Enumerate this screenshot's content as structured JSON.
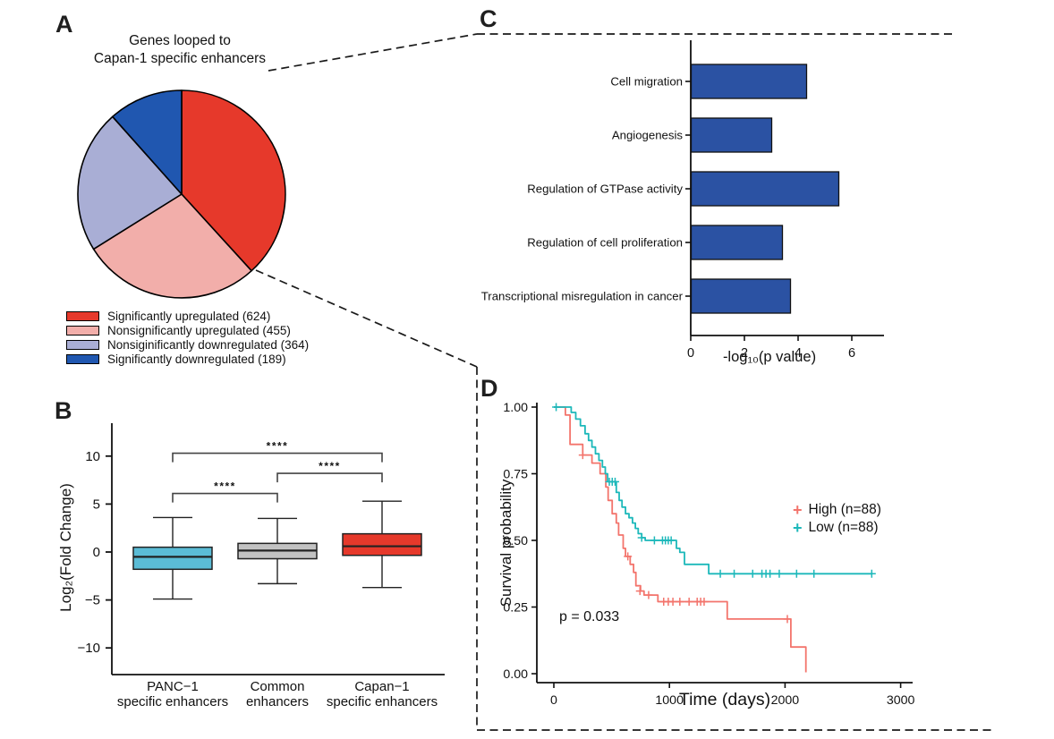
{
  "figure": {
    "panels": {
      "a": {
        "letter": "A",
        "title_line1": "Genes looped to",
        "title_line2": "Capan-1 specific enhancers"
      },
      "b": {
        "letter": "B"
      },
      "c": {
        "letter": "C"
      },
      "d": {
        "letter": "D"
      }
    }
  },
  "chart_data": [
    {
      "id": "pie-genes-looped",
      "type": "pie",
      "title": "Genes looped to Capan-1 specific enhancers",
      "labels": [
        "Significantly upregulated (624)",
        "Nonsignificantly upregulated (455)",
        "Nonsiginificantly downregulated (364)",
        "Significantly downregulated (189)"
      ],
      "values": [
        624,
        455,
        364,
        189
      ],
      "colors": [
        "#e6392b",
        "#f2aeaa",
        "#a9aed5",
        "#2057b0"
      ],
      "start_angle_deg": 0,
      "direction": "clockwise",
      "legend_position": "bottom-left"
    },
    {
      "id": "boxplot-fold-change",
      "type": "box",
      "ylabel": "Log₂(Fold Change)",
      "ytick_values": [
        10,
        5,
        0,
        -5,
        -10
      ],
      "ytick_labels": [
        "10",
        "5",
        "0",
        "−5",
        "−10"
      ],
      "ylim": [
        -13.5,
        13.5
      ],
      "categories": [
        [
          "PANC−1",
          "specific enhancers"
        ],
        [
          "Common",
          "enhancers"
        ],
        [
          "Capan−1",
          "specific enhancers"
        ]
      ],
      "boxes": [
        {
          "name": "PANC−1 specific enhancers",
          "color": "#5bbcd6",
          "whisker_low": -4.9,
          "q1": -1.8,
          "median": -0.5,
          "q3": 0.5,
          "whisker_high": 3.6
        },
        {
          "name": "Common enhancers",
          "color": "#c2c2c2",
          "whisker_low": -3.3,
          "q1": -0.7,
          "median": 0.15,
          "q3": 0.9,
          "whisker_high": 3.5
        },
        {
          "name": "Capan−1 specific enhancers",
          "color": "#e6392b",
          "whisker_low": -3.7,
          "q1": -0.35,
          "median": 0.6,
          "q3": 1.9,
          "whisker_high": 5.3
        }
      ],
      "comparisons": [
        {
          "a": 0,
          "b": 2,
          "y": 10.3,
          "stars": "****"
        },
        {
          "a": 1,
          "b": 2,
          "y": 8.2,
          "stars": "****"
        },
        {
          "a": 0,
          "b": 1,
          "y": 6.1,
          "stars": "****"
        }
      ]
    },
    {
      "id": "bar-go-terms",
      "type": "bar",
      "orientation": "horizontal",
      "categories": [
        "Cell migration",
        "Angiogenesis",
        "Regulation of GTPase activity",
        "Regulation of cell proliferation",
        "Transcriptional misregulation in cancer"
      ],
      "values": [
        4.3,
        3.0,
        5.5,
        3.4,
        3.7
      ],
      "xlabel": "-log₁₀(p value)",
      "xticks": [
        0,
        2,
        4,
        6
      ],
      "xlim": [
        0,
        7.1
      ],
      "bar_color": "#2b52a3"
    },
    {
      "id": "km-survival",
      "type": "line",
      "subtype": "kaplan-meier-step",
      "xlabel": "Time (days)",
      "ylabel": "Survival probability",
      "annotation": "p = 0.033",
      "xticks": [
        0,
        1000,
        2000,
        3000
      ],
      "xlim": [
        0,
        3100
      ],
      "ytick_values": [
        1.0,
        0.75,
        0.5,
        0.25,
        0.0
      ],
      "ytick_labels": [
        "1.00",
        "0.75",
        "0.50",
        "0.25",
        "0.00"
      ],
      "legend_position": "right",
      "series": [
        {
          "name": "High (n=88)",
          "color": "#f3746c",
          "points": [
            [
              0,
              1.0
            ],
            [
              100,
              0.97
            ],
            [
              140,
              0.86
            ],
            [
              250,
              0.82
            ],
            [
              330,
              0.79
            ],
            [
              400,
              0.75
            ],
            [
              450,
              0.7
            ],
            [
              470,
              0.65
            ],
            [
              505,
              0.6
            ],
            [
              540,
              0.565
            ],
            [
              560,
              0.52
            ],
            [
              600,
              0.47
            ],
            [
              620,
              0.44
            ],
            [
              660,
              0.41
            ],
            [
              690,
              0.38
            ],
            [
              710,
              0.33
            ],
            [
              750,
              0.31
            ],
            [
              780,
              0.295
            ],
            [
              900,
              0.27
            ],
            [
              1500,
              0.205
            ],
            [
              2050,
              0.1
            ],
            [
              2180,
              0.005
            ]
          ],
          "censors": [
            [
              250,
              0.82
            ],
            [
              640,
              0.44
            ],
            [
              745,
              0.31
            ],
            [
              820,
              0.295
            ],
            [
              950,
              0.27
            ],
            [
              990,
              0.27
            ],
            [
              1030,
              0.27
            ],
            [
              1090,
              0.27
            ],
            [
              1170,
              0.27
            ],
            [
              1240,
              0.27
            ],
            [
              1270,
              0.27
            ],
            [
              1300,
              0.27
            ],
            [
              2020,
              0.205
            ]
          ]
        },
        {
          "name": "Low (n=88)",
          "color": "#1cb8ba",
          "points": [
            [
              0,
              1.0
            ],
            [
              150,
              0.98
            ],
            [
              190,
              0.955
            ],
            [
              230,
              0.93
            ],
            [
              270,
              0.9
            ],
            [
              300,
              0.875
            ],
            [
              330,
              0.85
            ],
            [
              360,
              0.825
            ],
            [
              390,
              0.8
            ],
            [
              420,
              0.775
            ],
            [
              445,
              0.75
            ],
            [
              465,
              0.72
            ],
            [
              540,
              0.68
            ],
            [
              565,
              0.65
            ],
            [
              590,
              0.625
            ],
            [
              620,
              0.6
            ],
            [
              650,
              0.585
            ],
            [
              680,
              0.565
            ],
            [
              705,
              0.545
            ],
            [
              730,
              0.525
            ],
            [
              760,
              0.51
            ],
            [
              790,
              0.5
            ],
            [
              1060,
              0.47
            ],
            [
              1090,
              0.455
            ],
            [
              1130,
              0.41
            ],
            [
              1340,
              0.375
            ],
            [
              2750,
              0.375
            ]
          ],
          "censors": [
            [
              20,
              1.0
            ],
            [
              480,
              0.72
            ],
            [
              505,
              0.72
            ],
            [
              530,
              0.72
            ],
            [
              760,
              0.51
            ],
            [
              870,
              0.5
            ],
            [
              940,
              0.5
            ],
            [
              965,
              0.5
            ],
            [
              990,
              0.5
            ],
            [
              1015,
              0.5
            ],
            [
              1440,
              0.375
            ],
            [
              1560,
              0.375
            ],
            [
              1720,
              0.375
            ],
            [
              1800,
              0.375
            ],
            [
              1835,
              0.375
            ],
            [
              1870,
              0.375
            ],
            [
              1950,
              0.375
            ],
            [
              2100,
              0.375
            ],
            [
              2250,
              0.375
            ],
            [
              2750,
              0.375
            ]
          ]
        }
      ]
    }
  ]
}
